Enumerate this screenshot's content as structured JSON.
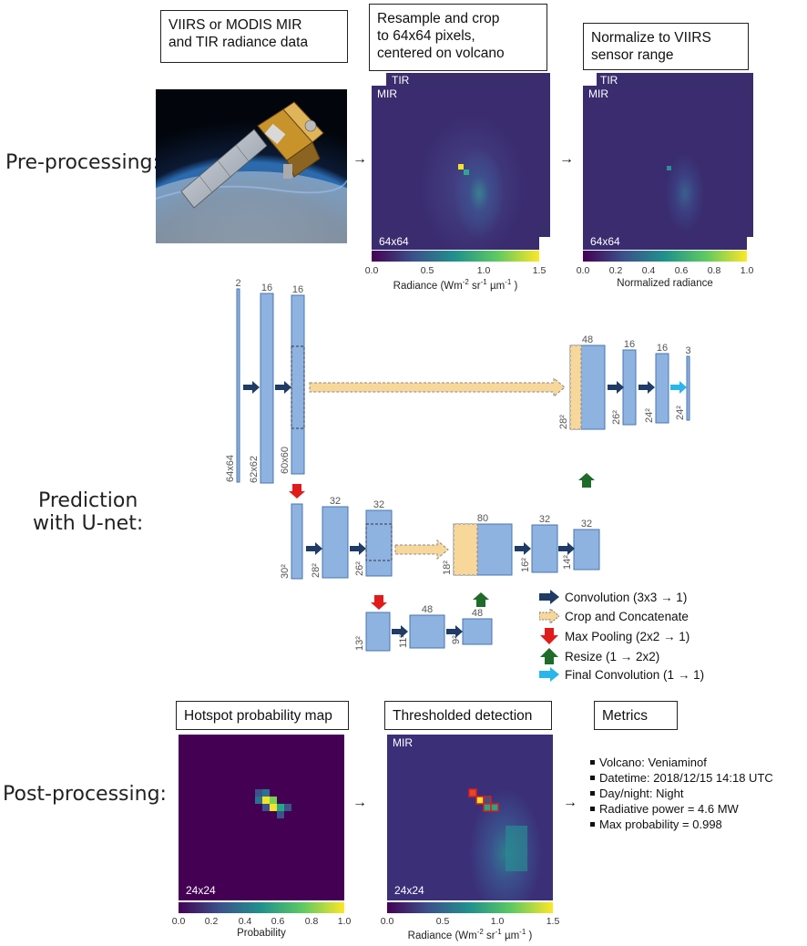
{
  "stages": {
    "preprocessing": "Pre-processing:",
    "prediction_line1": "Prediction",
    "prediction_line2": "with U-net:",
    "postprocessing": "Post-processing:"
  },
  "pre": {
    "box1": [
      "VIIRS or MODIS MIR",
      "and TIR radiance data"
    ],
    "box2": [
      "Resample and crop",
      "to 64x64 pixels,",
      "centered on volcano"
    ],
    "box3": [
      "Normalize to VIIRS",
      "sensor range"
    ],
    "panel_back_label": "TIR",
    "panel_front_label": "MIR",
    "panel_size_label": "64x64",
    "cb1": {
      "ticks": [
        "0.0",
        "0.5",
        "1.0",
        "1.5"
      ],
      "title_pre": "Radiance (Wm",
      "title_sup1": "-2",
      "title_mid": " sr",
      "title_sup2": "-1",
      "title_mid2": " µm",
      "title_sup3": "-1",
      "title_post": " )"
    },
    "cb2": {
      "ticks": [
        "0.0",
        "0.2",
        "0.4",
        "0.6",
        "0.8",
        "1.0"
      ],
      "title": "Normalized radiance"
    }
  },
  "unet": {
    "layers": [
      {
        "channels": "2",
        "size": "64x64"
      },
      {
        "channels": "16",
        "size": "62x62"
      },
      {
        "channels": "16",
        "size": "60x60"
      },
      {
        "channels": "",
        "size": "30²"
      },
      {
        "channels": "32",
        "size": "28²"
      },
      {
        "channels": "32",
        "size": "26²"
      },
      {
        "channels": "",
        "size": "13²"
      },
      {
        "channels": "48",
        "size": "11²"
      },
      {
        "channels": "48",
        "size": "9²"
      },
      {
        "channels": "80",
        "size": "18²"
      },
      {
        "channels": "32",
        "size": "16²"
      },
      {
        "channels": "32",
        "size": "14²"
      },
      {
        "channels": "48",
        "size": "28²"
      },
      {
        "channels": "16",
        "size": "26²"
      },
      {
        "channels": "16",
        "size": "24²"
      },
      {
        "channels": "3",
        "size": "24²"
      }
    ],
    "legend": [
      "Convolution (3x3 → 1)",
      "Crop and Concatenate",
      "Max Pooling (2x2 → 1)",
      "Resize (1 → 2x2)",
      "Final Convolution (1 → 1)"
    ],
    "colors": {
      "layer": "#8fb3e0",
      "layer_edge": "#4a74b0",
      "conv": "#1f3b66",
      "crop": "#f8d79a",
      "pool": "#e01b1b",
      "resize": "#1f6b2a",
      "final": "#29b6ea"
    }
  },
  "post": {
    "box1": "Hotspot probability map",
    "box2": "Thresholded detection",
    "box3": "Metrics",
    "prob_size_label": "24x24",
    "det_panel_label": "MIR",
    "det_size_label": "24x24",
    "cb3": {
      "ticks": [
        "0.0",
        "0.2",
        "0.4",
        "0.6",
        "0.8",
        "1.0"
      ],
      "title": "Probability"
    },
    "cb4": {
      "ticks": [
        "0.0",
        "0.5",
        "1.0",
        "1.5"
      ]
    },
    "metrics": [
      "Volcano: Veniaminof",
      "Datetime: 2018/12/15 14:18 UTC",
      "Day/night: Night",
      "Radiative power = 4.6 MW",
      "Max probability = 0.998"
    ]
  },
  "arrow_glyph": "→"
}
